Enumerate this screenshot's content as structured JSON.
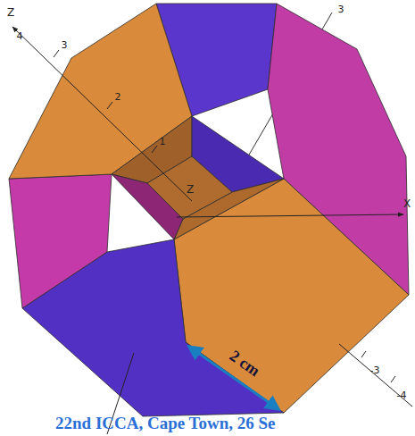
{
  "diagram": {
    "caption": "22nd ICCA, Cape Town, 26 Se",
    "labels": [
      "Z",
      "4",
      "3",
      "2",
      "1",
      "Z",
      "X",
      "3",
      "-3",
      "-4",
      "2 cm"
    ]
  }
}
